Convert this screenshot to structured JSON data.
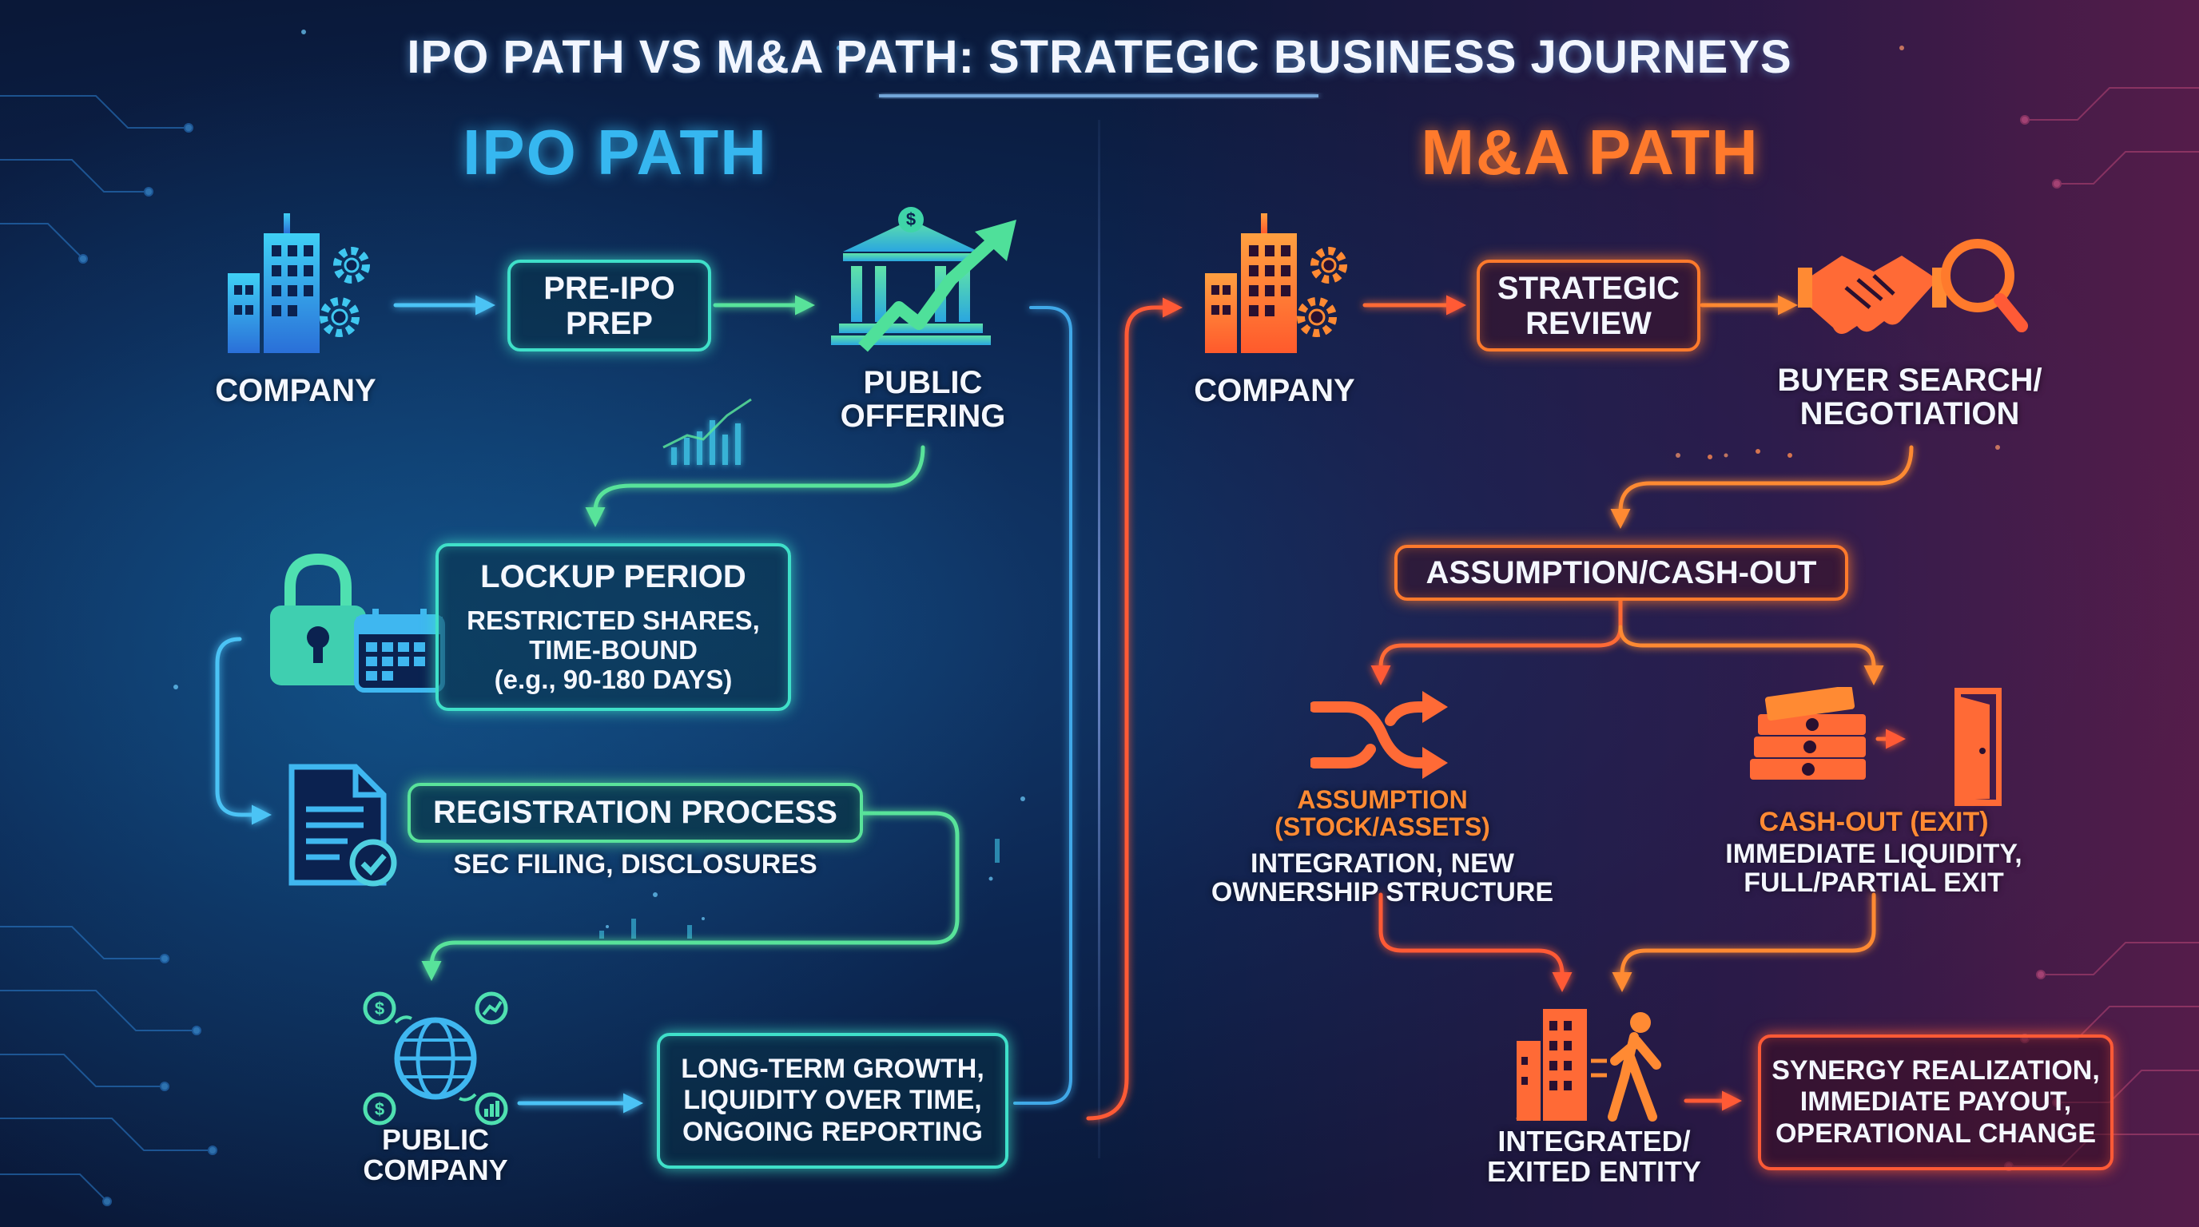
{
  "title": "IPO PATH VS M&A PATH: STRATEGIC BUSINESS JOURNEYS",
  "ipo": {
    "heading": "IPO PATH",
    "company": "COMPANY",
    "pre_ipo": [
      "PRE-IPO",
      "PREP"
    ],
    "public_offering": [
      "PUBLIC",
      "OFFERING"
    ],
    "lockup": {
      "title": "LOCKUP PERIOD",
      "lines": [
        "RESTRICTED SHARES,",
        "TIME-BOUND",
        "(e.g., 90-180 DAYS)"
      ]
    },
    "registration": {
      "title": "REGISTRATION PROCESS",
      "detail": "SEC FILING, DISCLOSURES"
    },
    "public_company": [
      "PUBLIC",
      "COMPANY"
    ],
    "outcome": [
      "LONG-TERM GROWTH,",
      "LIQUIDITY OVER TIME,",
      "ONGOING REPORTING"
    ]
  },
  "ma": {
    "heading": "M&A PATH",
    "company": "COMPANY",
    "strategic_review": [
      "STRATEGIC",
      "REVIEW"
    ],
    "buyer": [
      "BUYER SEARCH/",
      "NEGOTIATION"
    ],
    "assumption_cashout": "ASSUMPTION/CASH-OUT",
    "assumption": {
      "title": [
        "ASSUMPTION",
        "(STOCK/ASSETS)"
      ],
      "lines": [
        "INTEGRATION, NEW",
        "OWNERSHIP STRUCTURE"
      ]
    },
    "cashout": {
      "title": "CASH-OUT (EXIT)",
      "lines": [
        "IMMEDIATE LIQUIDITY,",
        "FULL/PARTIAL EXIT"
      ]
    },
    "integrated": [
      "INTEGRATED/",
      "EXITED ENTITY"
    ],
    "outcome": [
      "SYNERGY REALIZATION,",
      "IMMEDIATE PAYOUT,",
      "OPERATIONAL CHANGE"
    ]
  },
  "icons": {
    "ipo_company": "building-gears-icon",
    "public_offering": "bank-growth-icon",
    "lockup": "padlock-calendar-icon",
    "registration": "document-check-icon",
    "public_company": "globe-finance-icon",
    "ma_company": "building-gears-icon",
    "buyer": "handshake-magnifier-icon",
    "assumption": "shuffle-arrows-icon",
    "cashout": "money-door-icon",
    "integrated": "building-person-icon"
  },
  "colors": {
    "ipo_accent": "#36b7f0",
    "ma_accent": "#ff7a2c"
  }
}
